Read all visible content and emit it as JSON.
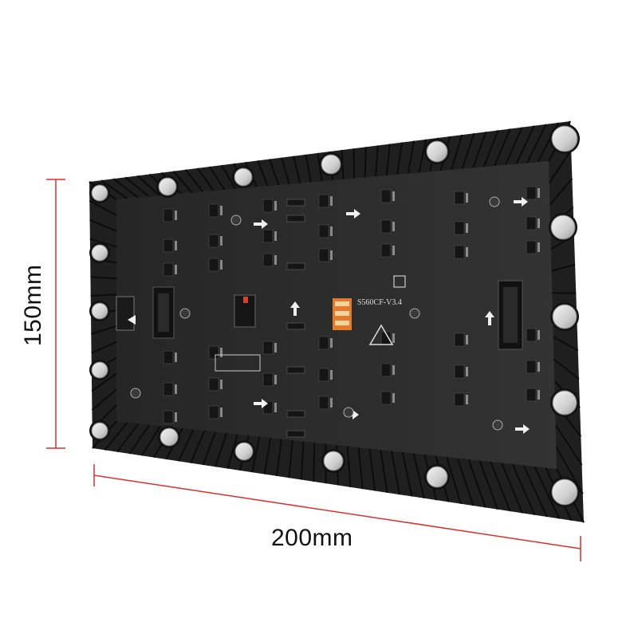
{
  "dimensions": {
    "height_label": "150mm",
    "width_label": "200mm",
    "line_color": "#d93030"
  },
  "board": {
    "model_text": "S560CF-V3.4",
    "frame_color": "#1f1f1f",
    "pcb_color": "#2b2b2b",
    "magnet_color": "#d8d8d8",
    "chip_label_color": "#c9c9c9"
  }
}
